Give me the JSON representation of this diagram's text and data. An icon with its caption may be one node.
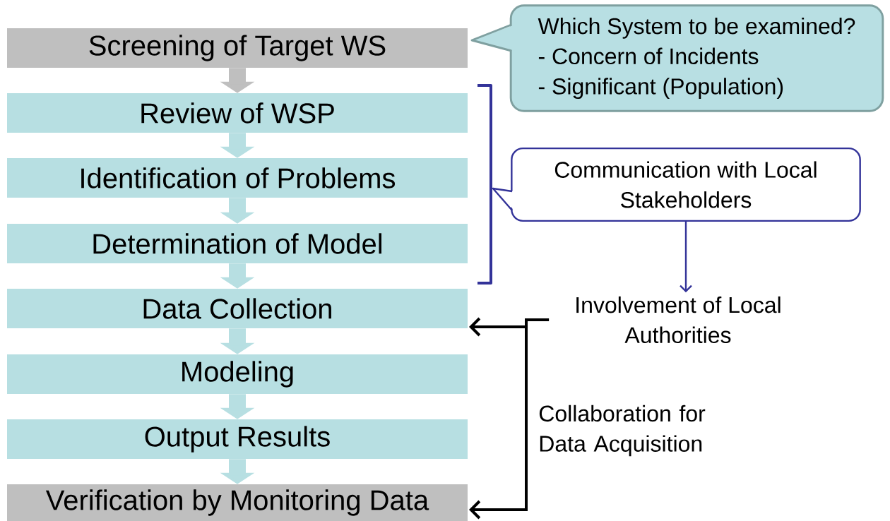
{
  "diagram": {
    "nodes": [
      {
        "text": [
          "Screening of Target WS"
        ]
      },
      {
        "text": [
          "Review of WSP"
        ]
      },
      {
        "text": [
          "Identification of Problems"
        ]
      },
      {
        "text": [
          "Determination of Model"
        ]
      },
      {
        "text": [
          "Data Collection"
        ]
      },
      {
        "text": [
          "Modeling"
        ]
      },
      {
        "text": [
          "Output Results"
        ]
      },
      {
        "text": [
          "Verification by Monitoring Data"
        ]
      },
      {
        "text": [
          "Which System to be examined?",
          "- Concern of Incidents",
          "- Significant (Population)"
        ]
      },
      {
        "text": [
          "Communication with Local Stakeholders"
        ]
      },
      {
        "text": [
          "Involvement of Local Authorities"
        ]
      }
    ],
    "edges": [
      {
        "from": 0,
        "to": 1,
        "arrow": "to",
        "color": "#bfbfbf"
      },
      {
        "from": 1,
        "to": 2,
        "arrow": "to"
      },
      {
        "from": 2,
        "to": 3,
        "arrow": "to"
      },
      {
        "from": 3,
        "to": 4,
        "arrow": "to"
      },
      {
        "from": 4,
        "to": 5,
        "arrow": "to"
      },
      {
        "from": 5,
        "to": 6,
        "arrow": "to"
      },
      {
        "from": 6,
        "to": 7,
        "arrow": "to"
      },
      {
        "from": 9,
        "to": 10,
        "arrow": "to",
        "color": "#333399"
      },
      {
        "from": 10,
        "to": 4,
        "arrow": "to",
        "color": "#000000"
      },
      {
        "from": 10,
        "to": 7,
        "arrow": "to",
        "color": "#000000",
        "label": "Collaboration for Data Acquisition"
      }
    ]
  }
}
